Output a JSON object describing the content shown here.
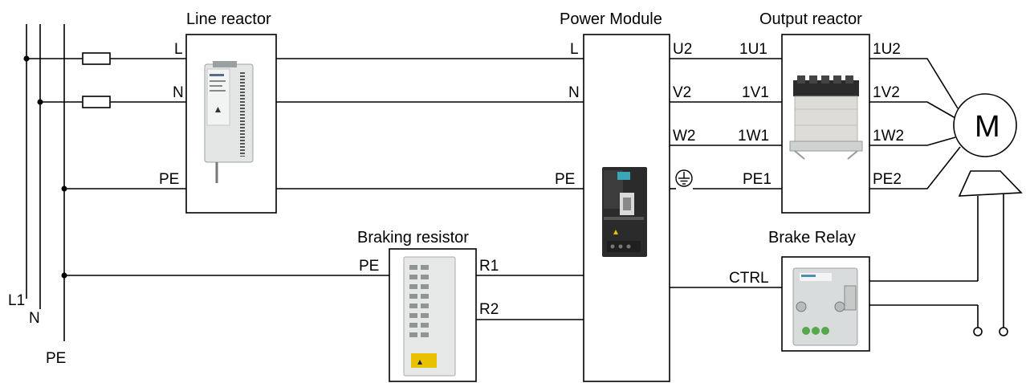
{
  "titles": {
    "line_reactor": "Line reactor",
    "power_module": "Power Module",
    "output_reactor": "Output reactor",
    "braking_resistor": "Braking resistor",
    "brake_relay": "Brake Relay"
  },
  "supply": {
    "l1": "L1",
    "n": "N",
    "pe": "PE"
  },
  "line_reactor": {
    "l": "L",
    "n": "N",
    "pe": "PE"
  },
  "power_module": {
    "in_l": "L",
    "in_n": "N",
    "in_pe": "PE",
    "u2": "U2",
    "v2": "V2",
    "w2": "W2",
    "ground_icon": "ground-icon"
  },
  "output_reactor": {
    "in_1u1": "1U1",
    "in_1v1": "1V1",
    "in_1w1": "1W1",
    "in_pe1": "PE1",
    "out_1u2": "1U2",
    "out_1v2": "1V2",
    "out_1w2": "1W2",
    "out_pe2": "PE2"
  },
  "braking_resistor": {
    "pe": "PE",
    "r1": "R1",
    "r2": "R2"
  },
  "brake_relay": {
    "ctrl": "CTRL"
  },
  "motor": {
    "label": "M"
  },
  "colors": {
    "line": "#000000",
    "device_body": "#d9dcdc",
    "device_dark": "#2b2b2b"
  }
}
